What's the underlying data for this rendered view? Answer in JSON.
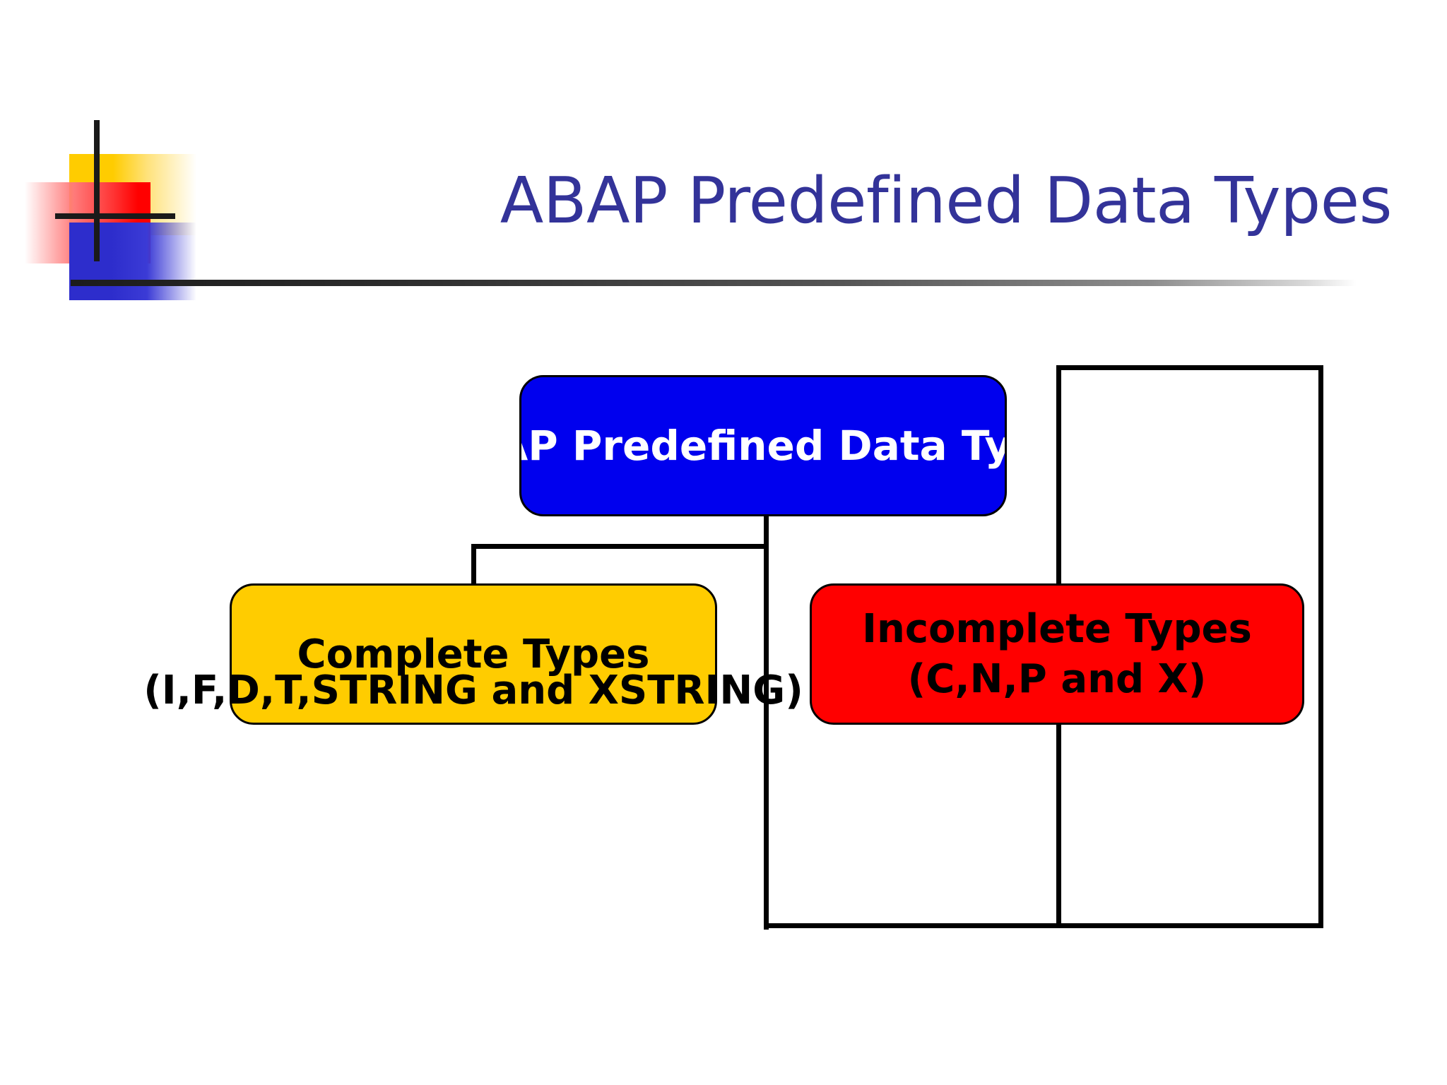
{
  "slide": {
    "title": "ABAP Predefined Data Types",
    "background_color": "#ffffff",
    "title_color": "#333399"
  },
  "logo": {
    "name": "decorative-squares-logo",
    "colors": {
      "yellow": "#FFCC00",
      "red": "#FF0000",
      "blue": "#2D2DCC",
      "cross": "#1a1a1a"
    }
  },
  "diagram": {
    "root": {
      "label": "ABAP Predefined Data Types",
      "fill": "#0000EE",
      "text_color": "#ffffff"
    },
    "children": [
      {
        "line1": "Complete Types",
        "line2": "(I,F,D,T,STRING and XSTRING)",
        "fill": "#FFCC00",
        "text_color": "#000000"
      },
      {
        "line1": "Incomplete Types",
        "line2": "(C,N,P and X)",
        "fill": "#FF0000",
        "text_color": "#000000"
      }
    ],
    "connector_color": "#000000"
  }
}
